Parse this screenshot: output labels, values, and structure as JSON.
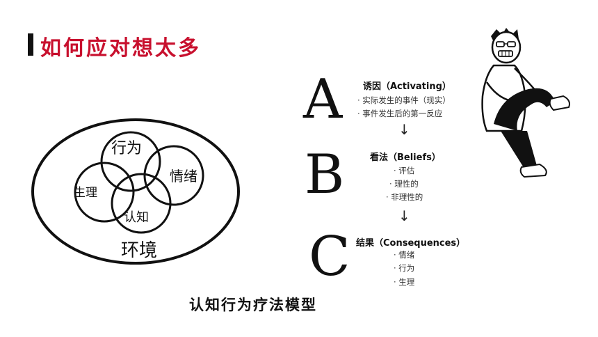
{
  "header": {
    "title": "如何应对想太多"
  },
  "venn": {
    "labels": {
      "behavior": "行为",
      "emotion": "情绪",
      "physiology": "生理",
      "cognition": "认知",
      "environment": "环境"
    }
  },
  "caption": "认知行为疗法模型",
  "abc": {
    "sections": [
      {
        "letter": "A",
        "title": "诱因（Activating）",
        "items": [
          "· 实际发生的事件（现实）",
          "· 事件发生后的第一反应"
        ]
      },
      {
        "letter": "B",
        "title": "看法（Beliefs）",
        "items": [
          "· 评估",
          "· 理性的",
          "· 非理性的"
        ]
      },
      {
        "letter": "C",
        "title": "结果（Consequences）",
        "items": [
          "· 情绪",
          "· 行为",
          "· 生理"
        ]
      }
    ],
    "arrow": "↓"
  }
}
